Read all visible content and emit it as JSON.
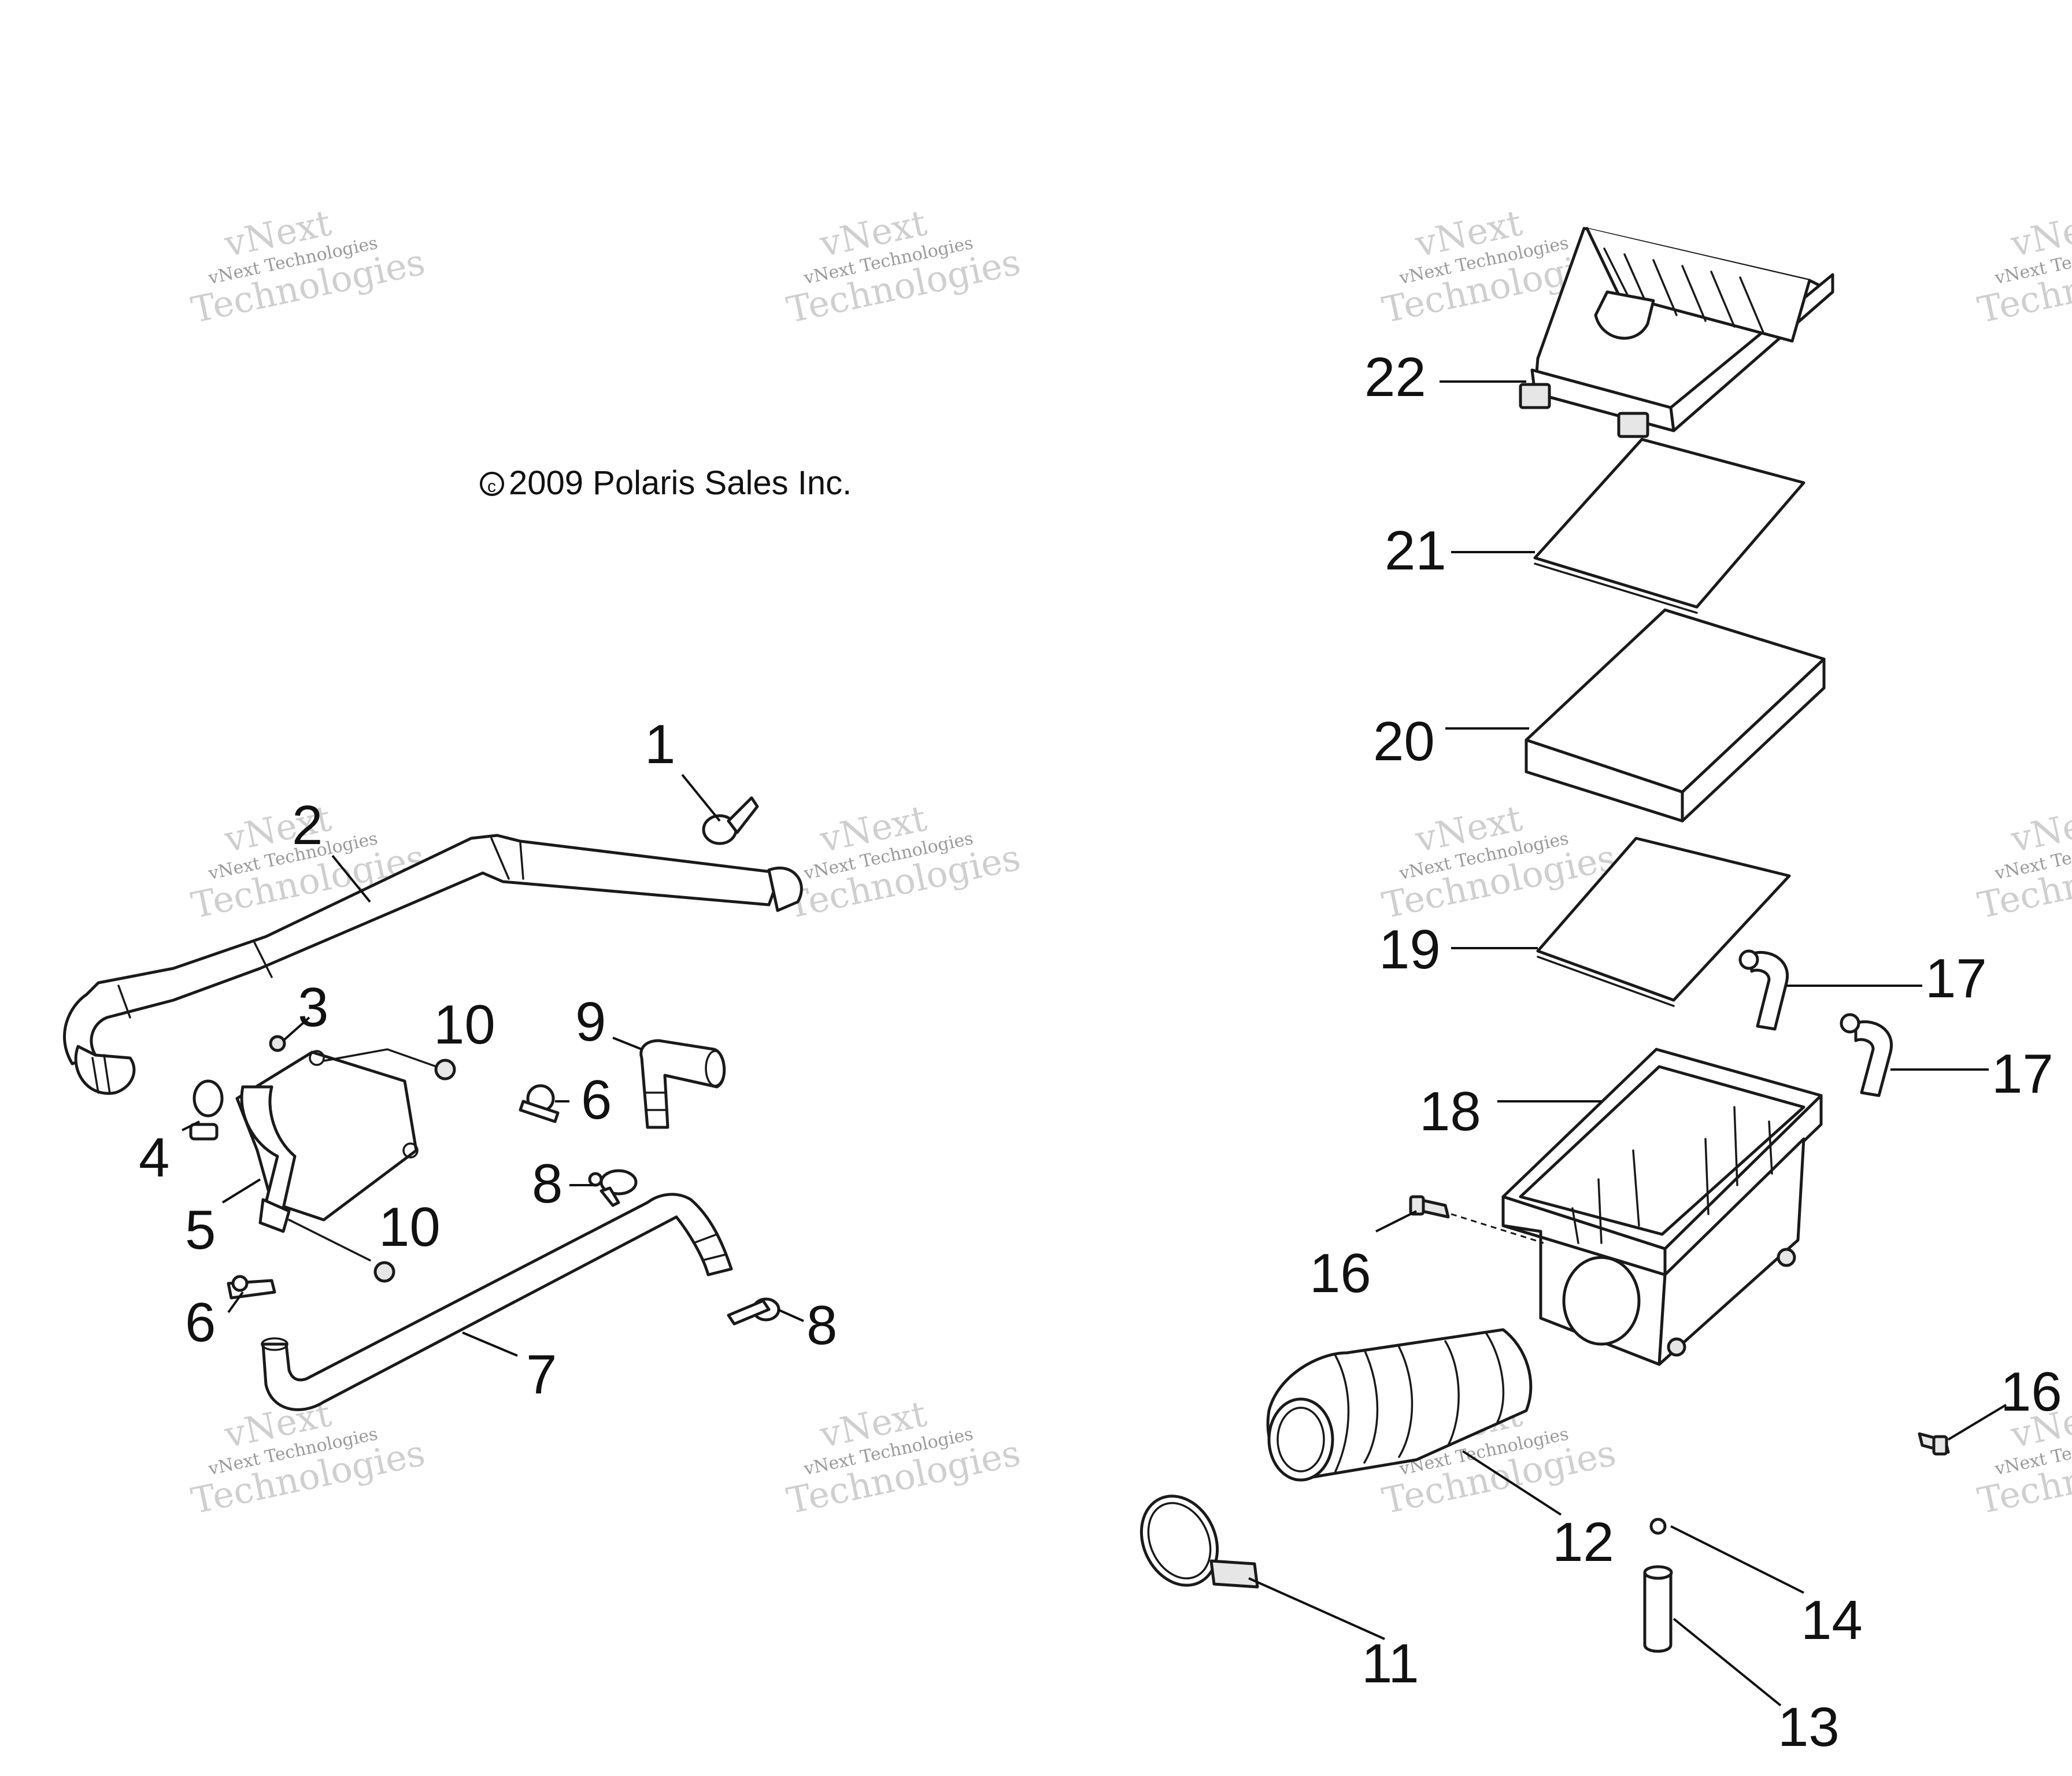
{
  "copyright": "2009 Polaris Sales Inc.",
  "watermark": {
    "line1": "vNext",
    "line2": "vNext Technologies",
    "line3": "Technologies"
  },
  "callouts": {
    "c1": "1",
    "c2": "2",
    "c3": "3",
    "c4": "4",
    "c5": "5",
    "c6a": "6",
    "c6b": "6",
    "c7": "7",
    "c8a": "8",
    "c8b": "8",
    "c9": "9",
    "c10a": "10",
    "c10b": "10",
    "c11": "11",
    "c12": "12",
    "c13": "13",
    "c14": "14",
    "c16a": "16",
    "c16b": "16",
    "c17a": "17",
    "c17b": "17",
    "c18": "18",
    "c19": "19",
    "c20": "20",
    "c21": "21",
    "c22": "22"
  },
  "colors": {
    "line": "#1a1a1a",
    "watermark": "#cfcfcf"
  }
}
